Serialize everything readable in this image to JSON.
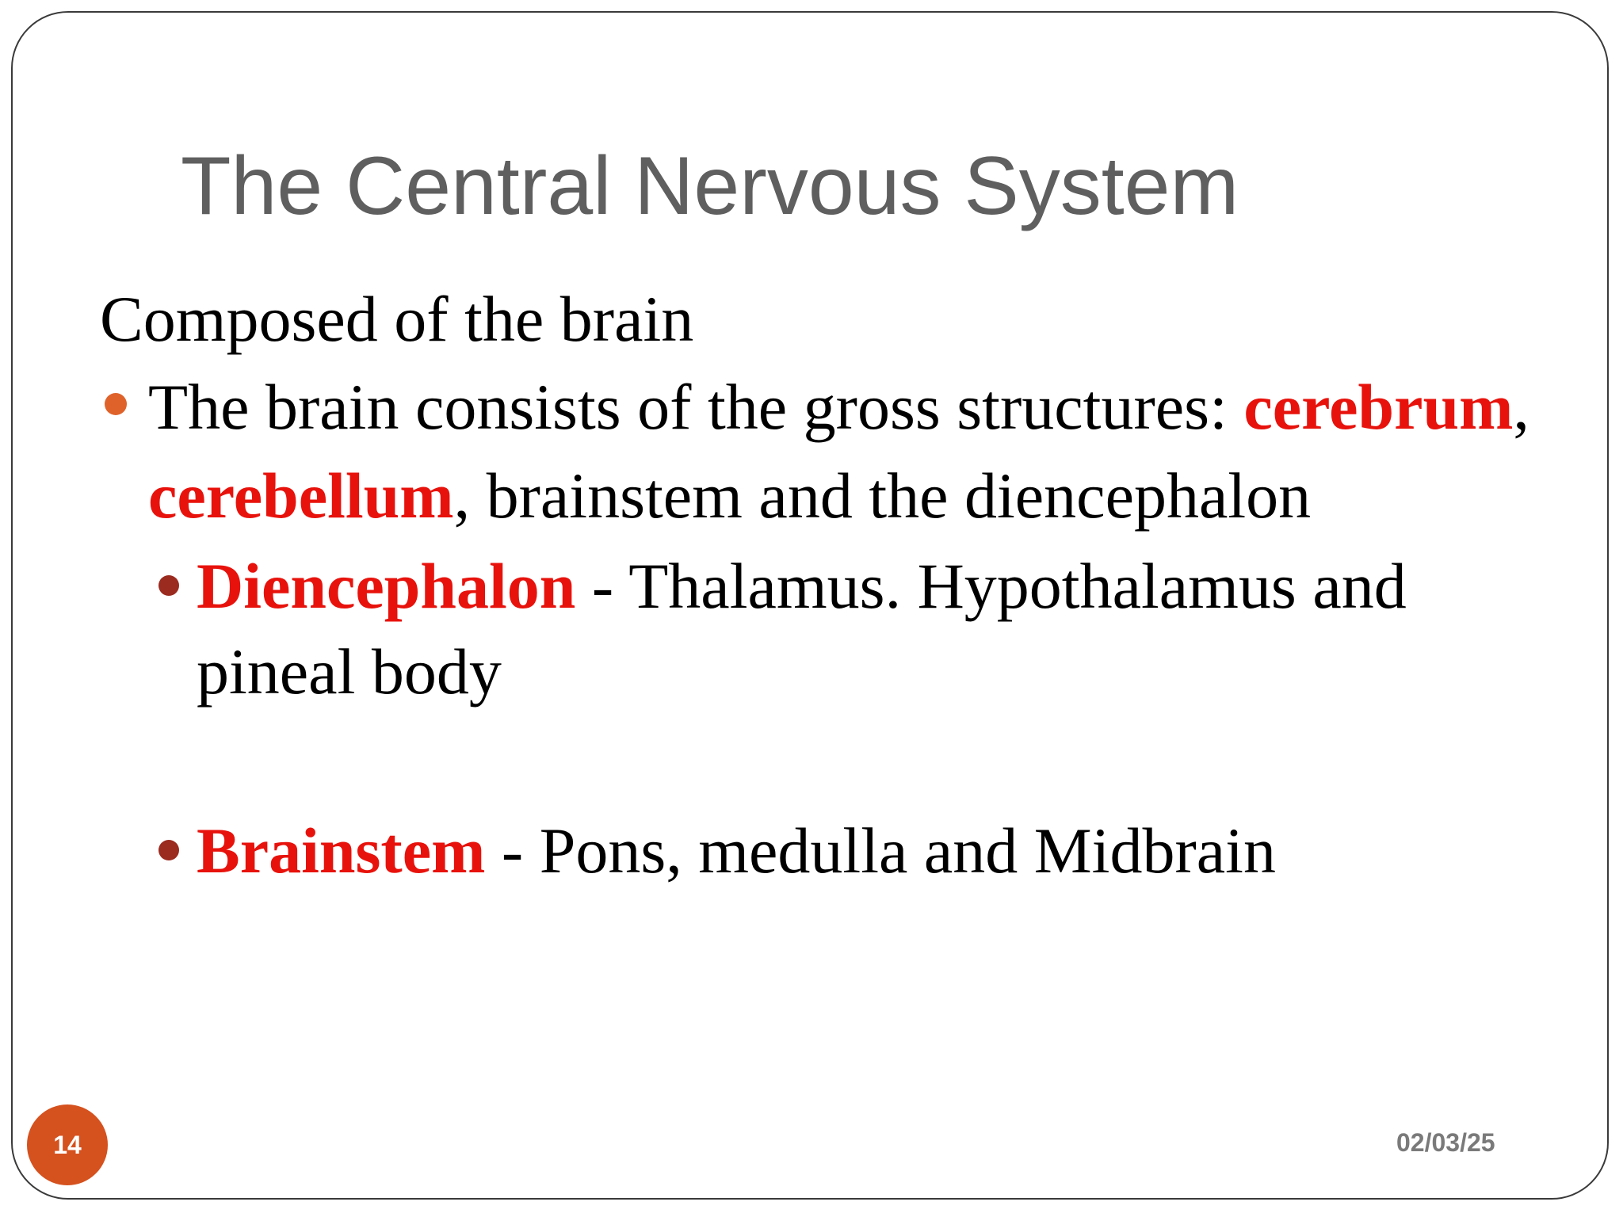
{
  "slide": {
    "title": "The Central Nervous System",
    "intro": "Composed of the brain",
    "bullet1": {
      "text_before": "The brain consists of the gross structures: ",
      "term1": "cerebrum",
      "sep1": ", ",
      "term2": "cerebellum",
      "text_after": ", brainstem and the diencephalon"
    },
    "sub_bullets": [
      {
        "term": "Diencephalon",
        "text": " - Thalamus. Hypothalamus and pineal body"
      },
      {
        "term": "Brainstem",
        "text": " - Pons, medulla and Midbrain"
      }
    ],
    "slide_number": "14",
    "date": "02/03/25"
  },
  "colors": {
    "title": "#5f5f5f",
    "highlight": "#e8120c",
    "bullet_level1": "#e0622b",
    "bullet_level2": "#9b2a1f",
    "slide_number_badge": "#d5511e",
    "date": "#7a7a7a"
  }
}
